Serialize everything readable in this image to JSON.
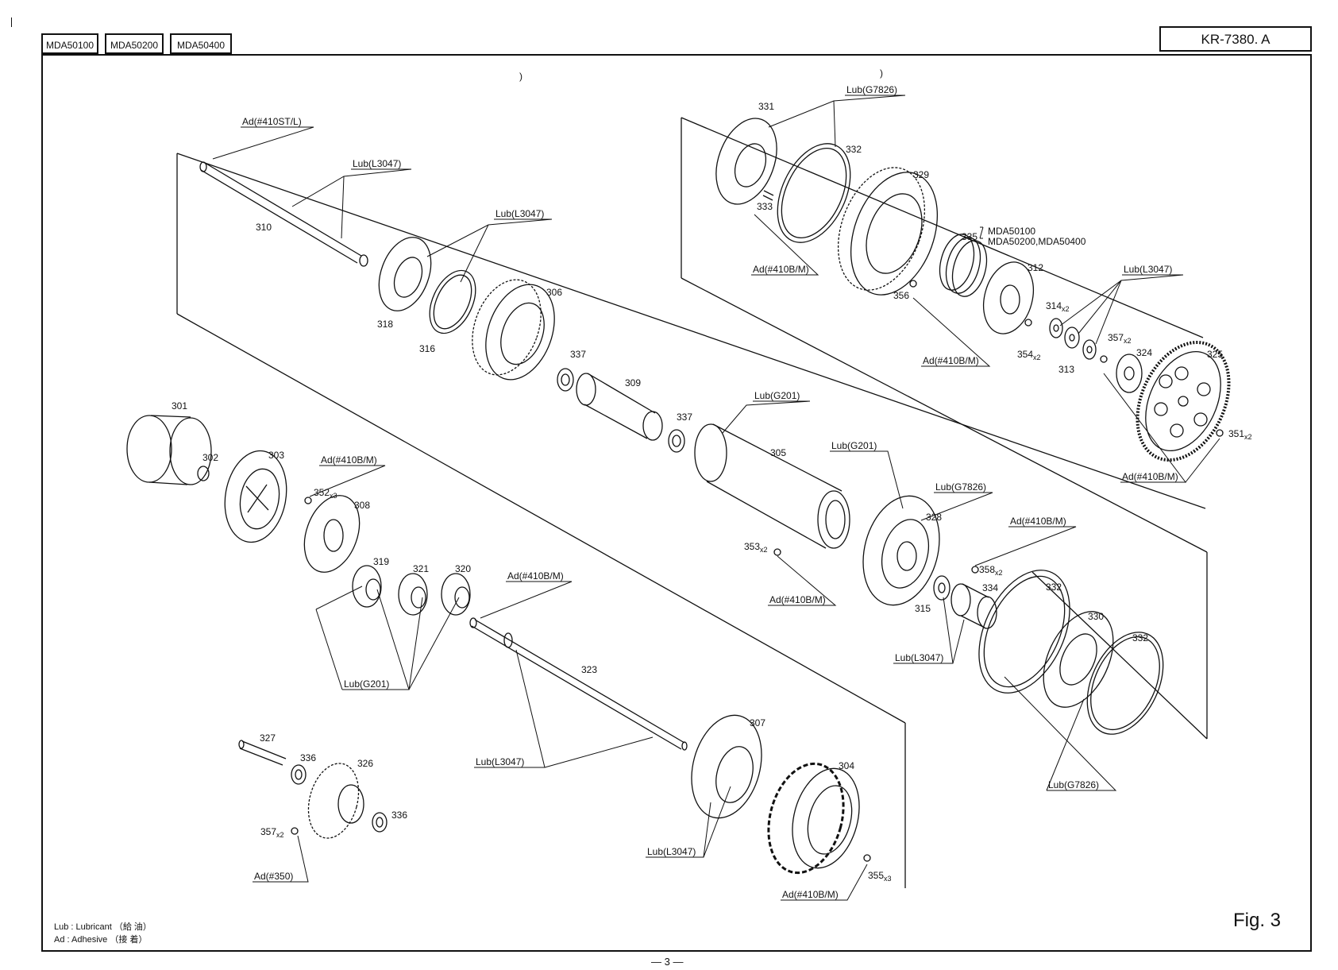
{
  "header": {
    "models": [
      "MDA50100",
      "MDA50200",
      "MDA50400"
    ],
    "doc_number": "KR-7380. A"
  },
  "parts": {
    "p301": "301",
    "p302": "302",
    "p303": "303",
    "p304": "304",
    "p305": "305",
    "p306": "306",
    "p307": "307",
    "p308": "308",
    "p309": "309",
    "p310": "310",
    "p312": "312",
    "p313": "313",
    "p314": "314",
    "p315": "315",
    "p316": "316",
    "p318": "318",
    "p319": "319",
    "p320": "320",
    "p321": "321",
    "p323": "323",
    "p324": "324",
    "p325": "325",
    "p326": "326",
    "p327": "327",
    "p328": "328",
    "p329": "329",
    "p330": "330",
    "p331": "331",
    "p332a": "332",
    "p332b": "332",
    "p332c": "332",
    "p333": "333",
    "p334": "334",
    "p335": "335",
    "p336a": "336",
    "p336b": "336",
    "p337a": "337",
    "p337b": "337",
    "p351": "351",
    "p352": "352",
    "p353": "353",
    "p354": "354",
    "p355": "355",
    "p356": "356",
    "p357a": "357",
    "p357b": "357",
    "p358": "358"
  },
  "quantities": {
    "q351": "x2",
    "q352": "x3",
    "q353": "x2",
    "q354": "x2",
    "q355": "x3",
    "q357a": "x2",
    "q357b": "x2",
    "q358": "x2",
    "q314": "x2"
  },
  "variant_note": {
    "line1": "MDA50100",
    "line2": "MDA50200,MDA50400"
  },
  "callouts": {
    "ad_410stl": "Ad(#410ST/L)",
    "lub_l3047_shaft": "Lub(L3047)",
    "lub_l3047_ring": "Lub(L3047)",
    "lub_g7826_top": "Lub(G7826)",
    "ad_410bm_333": "Ad(#410B/M)",
    "lub_l3047_right": "Lub(L3047)",
    "ad_410bm_356": "Ad(#410B/M)",
    "ad_410bm_351": "Ad(#410B/M)",
    "lub_g201_305": "Lub(G201)",
    "lub_g201_328": "Lub(G201)",
    "lub_g7826_328": "Lub(G7826)",
    "ad_410bm_358": "Ad(#410B/M)",
    "ad_410bm_353": "Ad(#410B/M)",
    "lub_l3047_334": "Lub(L3047)",
    "lub_g7826_bottom": "Lub(G7826)",
    "ad_410bm_352": "Ad(#410B/M)",
    "ad_410bm_323": "Ad(#410B/M)",
    "lub_g201_gears": "Lub(G201)",
    "lub_l3047_323": "Lub(L3047)",
    "lub_l3047_307": "Lub(L3047)",
    "ad_410bm_355": "Ad(#410B/M)",
    "ad_350": "Ad(#350)"
  },
  "legend": {
    "lub": "Lub : Lubricant （給 油）",
    "ad": "Ad : Adhesive （接 着）"
  },
  "figure_label": "Fig. 3",
  "page_number": "— 3 —",
  "marks": {
    "paren_1": ")",
    "paren_2": ")"
  }
}
